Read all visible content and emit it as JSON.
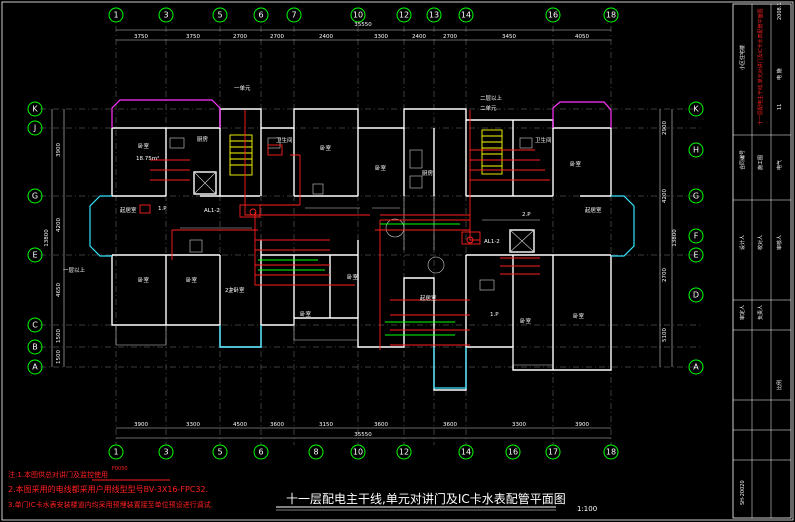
{
  "colors": {
    "background": "#000000",
    "wall": "#ffffff",
    "axis_bubble": "#00ff00",
    "wiring": "#ff2020",
    "balcony_magenta": "#ff33ff",
    "bay_cyan": "#33e5ff",
    "annotation_green": "#00ff00",
    "stair_yellow": "#ffff00"
  },
  "axes": {
    "top": [
      "1",
      "3",
      "5",
      "6",
      "7",
      "10",
      "12",
      "13",
      "14",
      "16",
      "18"
    ],
    "bottom": [
      "1",
      "3",
      "5",
      "6",
      "8",
      "10",
      "12",
      "14",
      "16",
      "17",
      "18"
    ],
    "left": [
      "K",
      "J",
      "G",
      "E",
      "C",
      "B",
      "A"
    ],
    "right": [
      "K",
      "H",
      "G",
      "F",
      "E",
      "D",
      "A"
    ]
  },
  "dimensions": {
    "top_total": "35550",
    "top_segments": [
      "3750",
      "3750",
      "2700",
      "2700",
      "2400",
      "3300",
      "2400",
      "2700",
      "3450",
      "4050"
    ],
    "bottom_total": "35550",
    "bottom_segments": [
      "3900",
      "3300",
      "4500",
      "3600",
      "3150",
      "3600",
      "3600",
      "3300",
      "3900"
    ],
    "left_total": "13800",
    "left_segments": [
      "3900",
      "4200",
      "4650",
      "1500",
      "1500"
    ],
    "right_total": "13800",
    "right_segments": [
      "2900",
      "4200",
      "2700",
      "5100"
    ]
  },
  "rooms": [
    {
      "label": "卧室"
    },
    {
      "label": "厨房"
    },
    {
      "label": "卫生间"
    },
    {
      "label": "卧室"
    },
    {
      "label": "卧室"
    },
    {
      "label": "厨房"
    },
    {
      "label": "卧室"
    },
    {
      "label": "起居室"
    },
    {
      "label": "起居室"
    },
    {
      "label": "卧室"
    },
    {
      "label": "卧室"
    },
    {
      "label": "主卧室"
    },
    {
      "label": "卧室"
    },
    {
      "label": "卧室"
    },
    {
      "label": "起居室"
    },
    {
      "label": "卧室"
    },
    {
      "label": "卧室"
    },
    {
      "label": "卫生间"
    }
  ],
  "unit_labels": {
    "unit1": "一单元",
    "unit2": "二单元",
    "area1": "18.75m²",
    "p1": "1.P",
    "p2": "2.P",
    "p3": "2.P",
    "p4": "1.P",
    "al1": "AL1-2",
    "al2": "AL1-2",
    "nb1": "一层以上",
    "nb2": "二层以上"
  },
  "notes": {
    "n1": "注:1.本图供总对讲门及监控使用",
    "n1b": "F0050",
    "n2": "2.本图采用的电线都采用户用线型型号BV-3X16-FPC32.",
    "n3": "3.单门IC卡水表安装楼道内均采用预埋装置接至单位预设进行调试."
  },
  "title": {
    "main": "十一层配电主干线,单元对讲门及IC卡水表配管平面图",
    "scale": "1:100"
  },
  "title_block": {
    "company": "合同编号",
    "project": "小区住宅楼",
    "drawing_name": "十一层配电主干线,单元对讲门及IC卡水表配管平面图",
    "rows": [
      "设计人",
      "校对人",
      "审核人",
      "审定人",
      "负责人"
    ],
    "stage": "施工图",
    "sheet": "电 施",
    "number": "11",
    "code": "SH-20020",
    "year": "2008.1",
    "specialty": "电气",
    "page": "比例"
  }
}
